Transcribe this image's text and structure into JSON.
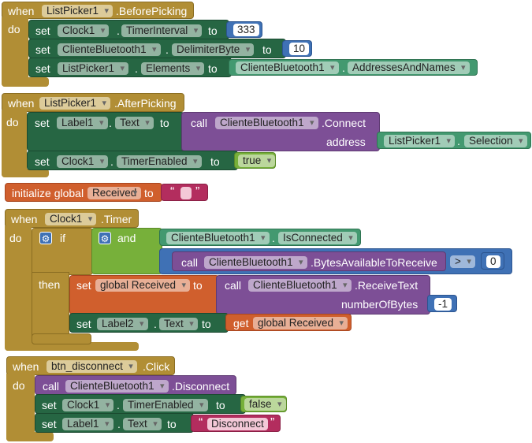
{
  "common": {
    "when": "when",
    "do": "do",
    "set": "set",
    "to": "to",
    "call": "call",
    "if": "if",
    "then": "then",
    "get": "get",
    "dot": "."
  },
  "block1": {
    "component": "ListPicker1",
    "event": ".BeforePicking",
    "rows": [
      {
        "component": "Clock1",
        "property": "TimerInterval",
        "value": "333"
      },
      {
        "component": "ClienteBluetooth1",
        "property": "DelimiterByte",
        "value": "10"
      },
      {
        "component": "ListPicker1",
        "property": "Elements",
        "value_component": "ClienteBluetooth1",
        "value_property": "AddressesAndNames"
      }
    ]
  },
  "block2": {
    "component": "ListPicker1",
    "event": ".AfterPicking",
    "set1": {
      "component": "Label1",
      "property": "Text"
    },
    "call": {
      "component": "ClienteBluetooth1",
      "method": ".Connect",
      "param": "address",
      "param_component": "ListPicker1",
      "param_property": "Selection"
    },
    "set2": {
      "component": "Clock1",
      "property": "TimerEnabled",
      "value": "true"
    }
  },
  "block3": {
    "label": "initialize global",
    "name": "Received",
    "to": "to",
    "quote_open": "“",
    "quote_close": "”"
  },
  "block4": {
    "component": "Clock1",
    "event": ".Timer",
    "and": "and",
    "cond1": {
      "component": "ClienteBluetooth1",
      "property": "IsConnected"
    },
    "cond2": {
      "component": "ClienteBluetooth1",
      "method": ".BytesAvailableToReceive",
      "op": ">",
      "value": "0"
    },
    "then1": {
      "variable": "global Received",
      "component": "ClienteBluetooth1",
      "method": ".ReceiveText",
      "param": "numberOfBytes",
      "param_value": "-1"
    },
    "then2": {
      "component": "Label2",
      "property": "Text",
      "get_variable": "global Received"
    }
  },
  "block5": {
    "component": "btn_disconnect",
    "event": ".Click",
    "call": {
      "component": "ClienteBluetooth1",
      "method": ".Disconnect"
    },
    "set1": {
      "component": "Clock1",
      "property": "TimerEnabled",
      "value": "false"
    },
    "set2": {
      "component": "Label1",
      "property": "Text",
      "value": "Disconnect",
      "quote_open": "“",
      "quote_close": "”"
    }
  }
}
